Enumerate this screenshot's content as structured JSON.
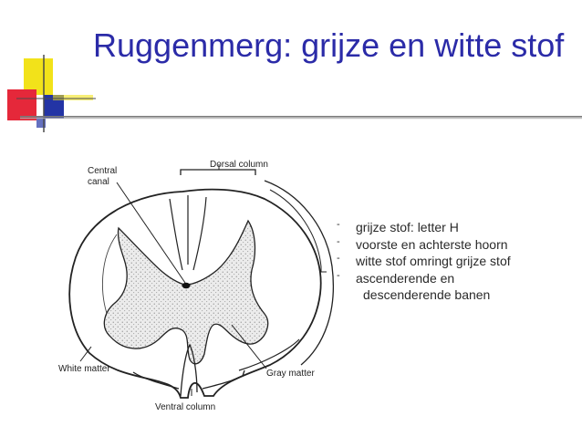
{
  "slide": {
    "title": "Ruggenmerg: grijze en witte stof",
    "bullets": [
      {
        "marker": "-",
        "text": "grijze stof: letter H"
      },
      {
        "marker": "-",
        "text": "voorste en achterste hoorn"
      },
      {
        "marker": "-",
        "text": "witte stof omringt grijze stof"
      },
      {
        "marker": "-",
        "text": "ascenderende en"
      },
      {
        "marker": "",
        "text": "descenderende banen"
      }
    ]
  },
  "figure": {
    "labels": {
      "central_canal_line1": "Central",
      "central_canal_line2": "canal",
      "dorsal_column": "Dorsal column",
      "white_matter": "White matter",
      "gray_matter": "Gray matter",
      "ventral_column": "Ventral column"
    }
  },
  "colors": {
    "title": "#2b2ba8",
    "deco_yellow": "#f2e21a",
    "deco_red": "#e5283a",
    "deco_blue": "#2334a5",
    "rule": "#7a7a7a"
  }
}
